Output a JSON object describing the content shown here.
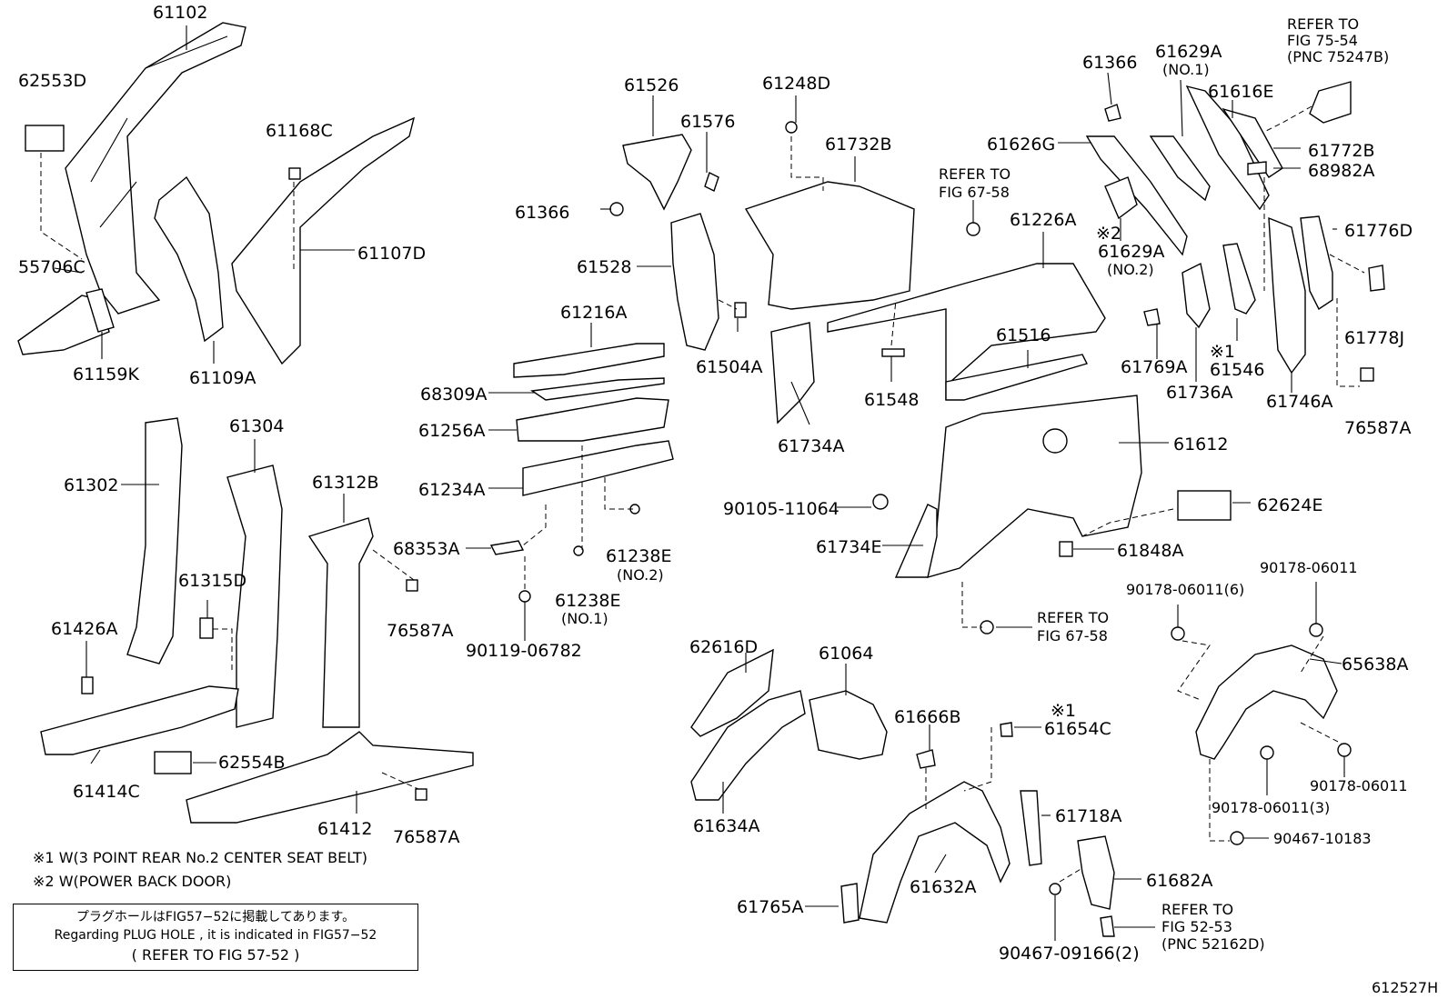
{
  "figure_code": "612527H",
  "notes": [
    {
      "mark": "※1",
      "text": "W(3 POINT REAR No.2 CENTER SEAT BELT)"
    },
    {
      "mark": "※2",
      "text": "W(POWER BACK DOOR)"
    }
  ],
  "plug_hole_box": {
    "line1": "プラグホールはFIG57−52に掲載してあります。",
    "line2": "Regarding PLUG HOLE , it is indicated in FIG57−52",
    "line3": "(    REFER TO FIG 57-52    )"
  },
  "labels": {
    "p61102": "61102",
    "p62553D": "62553D",
    "p55706C": "55706C",
    "p61159K": "61159K",
    "p61168C": "61168C",
    "p61107D": "61107D",
    "p61109A": "61109A",
    "p61302": "61302",
    "p61304": "61304",
    "p61312B": "61312B",
    "p61315D": "61315D",
    "p61426A": "61426A",
    "p61414C": "61414C",
    "p62554B": "62554B",
    "p61412": "61412",
    "p76587A_1": "76587A",
    "p76587A_2": "76587A",
    "p76587A_3": "76587A",
    "p61526": "61526",
    "p61576": "61576",
    "p61366_1": "61366",
    "p61528": "61528",
    "p61504A": "61504A",
    "p61216A": "61216A",
    "p68309A": "68309A",
    "p61256A": "61256A",
    "p61234A": "61234A",
    "p68353A": "68353A",
    "p61238E_no2": "61238E",
    "no2_a": "(NO.2)",
    "p61238E_no1": "61238E",
    "no1_a": "(NO.1)",
    "p90119": "90119-06782",
    "p61248D": "61248D",
    "p61732B": "61732B",
    "p61734A": "61734A",
    "refer_67_58_a1": "REFER TO",
    "refer_67_58_a2": "FIG 67-58",
    "p61548": "61548",
    "p61226A": "61226A",
    "p61516": "61516",
    "p61612": "61612",
    "p90105": "90105-11064",
    "p61734E": "61734E",
    "p62624E": "62624E",
    "p61848A": "61848A",
    "refer_67_58_b1": "REFER TO",
    "refer_67_58_b2": "FIG 67-58",
    "p61366_2": "61366",
    "p61629A_no1": "61629A",
    "no1_b": "(NO.1)",
    "p61626G": "61626G",
    "p61629A_no2": "61629A",
    "mark2": "※2",
    "no2_b": "(NO.2)",
    "p61616E": "61616E",
    "refer_75_1": "REFER TO",
    "refer_75_2": "FIG 75-54",
    "refer_75_3": "(PNC 75247B)",
    "p61772B": "61772B",
    "p68982A": "68982A",
    "p61776D": "61776D",
    "p61778J": "61778J",
    "p61769A": "61769A",
    "mark1_a": "※1",
    "p61546": "61546",
    "p61736A": "61736A",
    "p61746A": "61746A",
    "p62616D": "62616D",
    "p61064": "61064",
    "p61634A": "61634A",
    "p61666B": "61666B",
    "mark1_b": "※1",
    "p61654C": "61654C",
    "p61718A": "61718A",
    "p61632A": "61632A",
    "p61765A": "61765A",
    "p61682A": "61682A",
    "p90467_09166": "90467-09166(2)",
    "refer_52_1": "REFER TO",
    "refer_52_2": "FIG 52-53",
    "refer_52_3": "(PNC 52162D)",
    "p90178_6": "90178-06011(6)",
    "p90178_top": "90178-06011",
    "p65638A": "65638A",
    "p90178_r": "90178-06011",
    "p90178_3": "90178-06011(3)",
    "p90467_10183": "90467-10183"
  }
}
